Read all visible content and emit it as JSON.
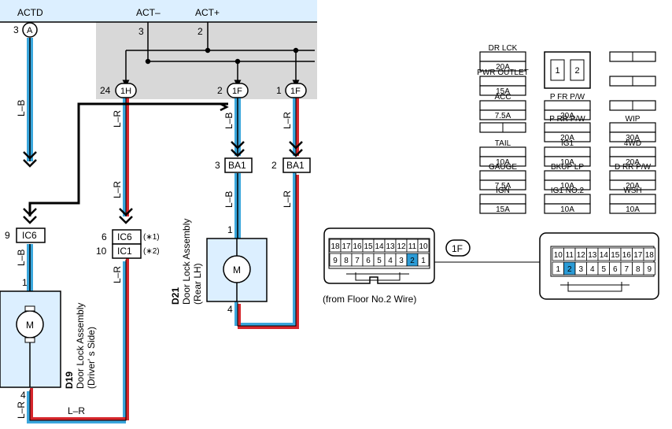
{
  "ecu": {
    "pins": {
      "actd": "ACTD",
      "act_minus": "ACT–",
      "act_plus": "ACT+"
    },
    "pin_numbers": {
      "actd": "3",
      "act_minus": "3",
      "act_plus": "2"
    },
    "connector_a": "A"
  },
  "connectors": {
    "c1h": {
      "label": "1H",
      "pin": "24"
    },
    "c1f_a": {
      "label": "1F",
      "pin": "2"
    },
    "c1f_b": {
      "label": "1F",
      "pin": "1"
    },
    "ba1_a": {
      "label": "BA1",
      "pin": "3"
    },
    "ba1_b": {
      "label": "BA1",
      "pin": "2"
    },
    "ic6_left": {
      "label": "IC6",
      "pin": "9"
    },
    "ic6_mid": {
      "label": "IC6",
      "pin": "6",
      "note": "(∗1)"
    },
    "ic1_mid": {
      "label": "IC1",
      "pin": "10",
      "note": "(∗2)"
    }
  },
  "wires": {
    "lb": "L–B",
    "lr": "L–R"
  },
  "components": {
    "d19": {
      "code": "D19",
      "name1": "Door Lock Assembly",
      "name2": "(Driver' s Side)",
      "motor": "M",
      "pin_top": "1",
      "pin_bottom": "4"
    },
    "d21": {
      "code": "D21",
      "name1": "Door Lock Assembly",
      "name2": "(Rear LH)",
      "motor": "M",
      "pin_top": "1",
      "pin_bottom": "4"
    }
  },
  "fuse_box": {
    "col1": [
      {
        "name": "DR LCK",
        "rating": "20A"
      },
      {
        "name": "PWR OUTLET",
        "rating": "15A"
      },
      {
        "name": "ACC",
        "rating": "7.5A"
      },
      {
        "name": "",
        "rating": ""
      },
      {
        "name": "TAIL",
        "rating": "10A"
      },
      {
        "name": "GAUGE",
        "rating": "7.5A"
      },
      {
        "name": "IGN",
        "rating": "15A"
      }
    ],
    "col2_relay": {
      "pin1": "1",
      "pin2": "2"
    },
    "col2": [
      {
        "name": "P FR P/W",
        "rating": "20A"
      },
      {
        "name": "P RR P/W",
        "rating": "20A"
      },
      {
        "name": "IG1",
        "rating": "10A"
      },
      {
        "name": "BKUP LP",
        "rating": "10A"
      },
      {
        "name": "IG1 NO.2",
        "rating": "10A"
      }
    ],
    "col3": [
      {
        "name": "",
        "rating": ""
      },
      {
        "name": "",
        "rating": ""
      },
      {
        "name": "",
        "rating": ""
      },
      {
        "name": "WIP",
        "rating": "30A"
      },
      {
        "name": "4WD",
        "rating": "20A"
      },
      {
        "name": "D RR P/W",
        "rating": "20A"
      },
      {
        "name": "WSH",
        "rating": "10A"
      }
    ]
  },
  "connector_1f": {
    "label": "1F",
    "caption": "(from Floor No.2 Wire)",
    "male_row1": [
      "18",
      "17",
      "16",
      "15",
      "14",
      "13",
      "12",
      "11",
      "10"
    ],
    "male_row2": [
      "9",
      "8",
      "7",
      "6",
      "5",
      "4",
      "3",
      "2",
      "1"
    ],
    "female_row1": [
      "10",
      "11",
      "12",
      "13",
      "14",
      "15",
      "16",
      "17",
      "18"
    ],
    "female_row2": [
      "1",
      "2",
      "3",
      "4",
      "5",
      "6",
      "7",
      "8",
      "9"
    ]
  },
  "colors": {
    "blue": "#3aa6dc",
    "red": "#d6262c",
    "ecu_bg": "#d8d8d8",
    "ecu_top": "#dcefff",
    "highlight": "#2b9bd6"
  }
}
